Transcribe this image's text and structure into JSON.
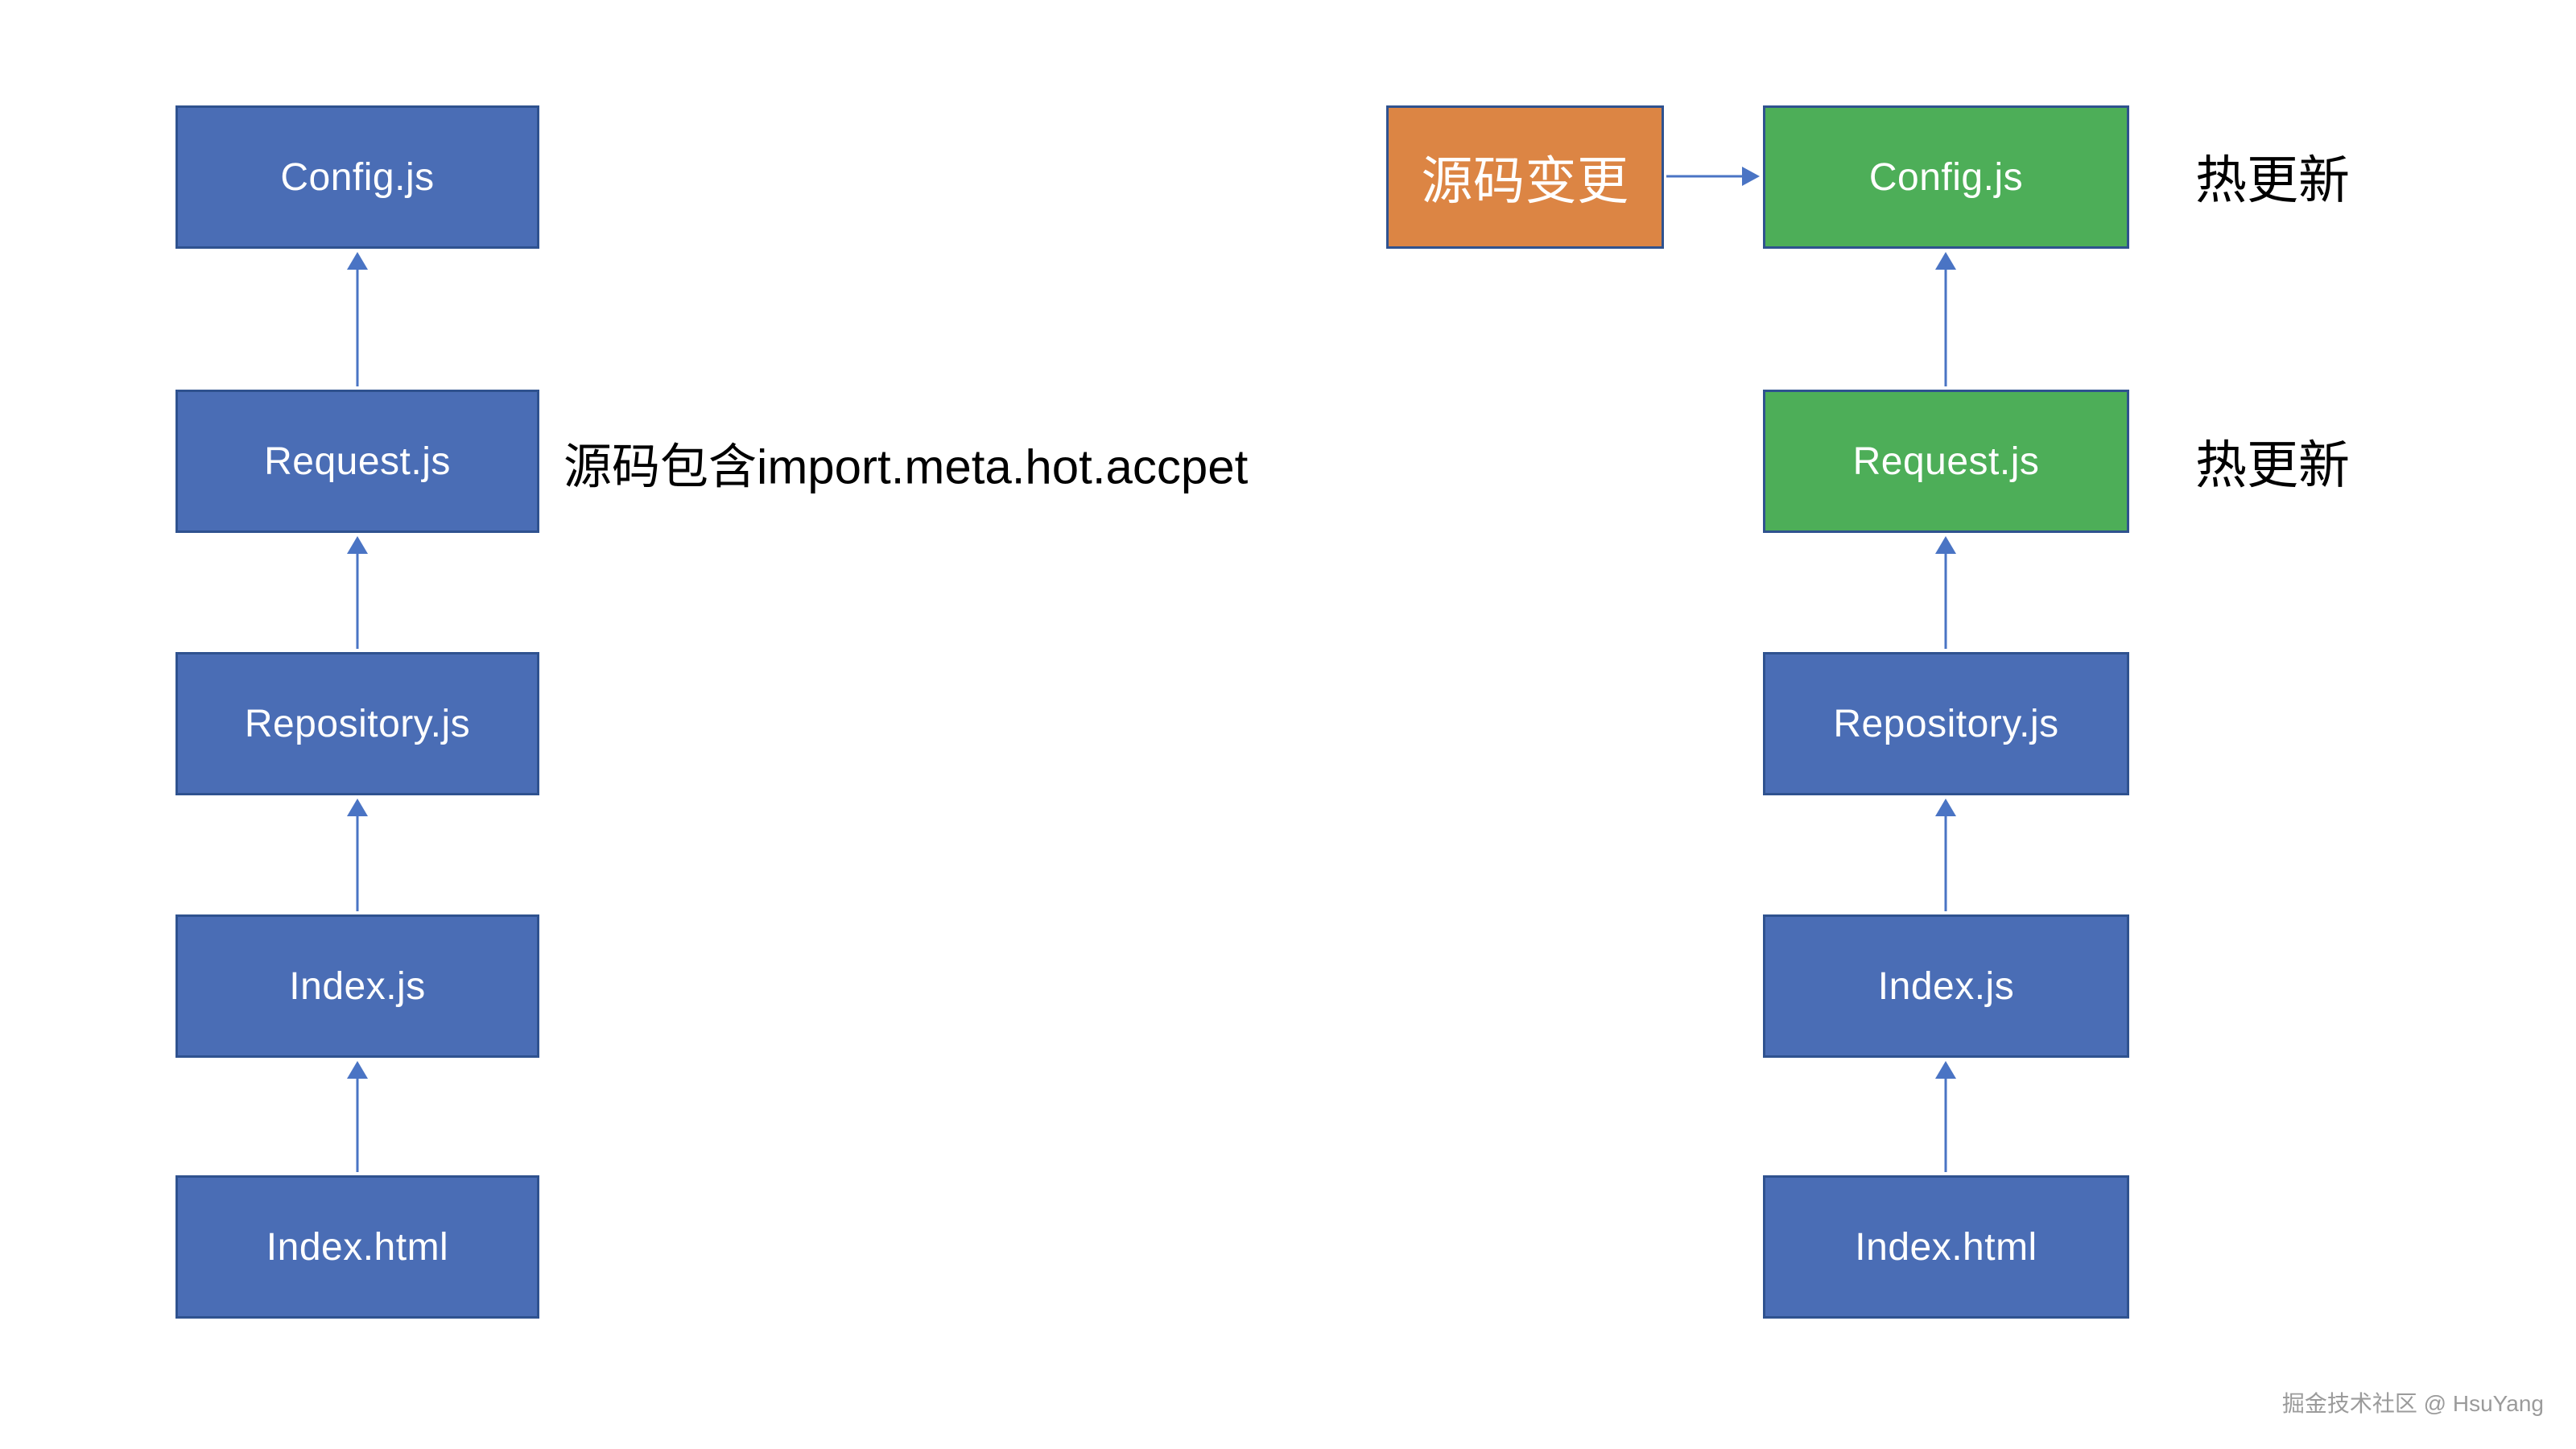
{
  "colors": {
    "box_blue": "#4a6db5",
    "box_green": "#4dae58",
    "box_orange": "#dc8544",
    "box_border": "#2f528f",
    "arrow": "#4a74c4",
    "note_text": "#000000",
    "watermark_text": "#9b9b9b",
    "background": "#ffffff"
  },
  "left_flow": {
    "boxes": [
      {
        "label": "Config.js",
        "color": "blue"
      },
      {
        "label": "Request.js",
        "color": "blue"
      },
      {
        "label": "Repository.js",
        "color": "blue"
      },
      {
        "label": "Index.js",
        "color": "blue"
      },
      {
        "label": "Index.html",
        "color": "blue"
      }
    ],
    "note": "源码包含import.meta.hot.accpet"
  },
  "right_flow": {
    "trigger_box": {
      "label": "源码变更",
      "color": "orange"
    },
    "boxes": [
      {
        "label": "Config.js",
        "color": "green",
        "annotation": "热更新"
      },
      {
        "label": "Request.js",
        "color": "green",
        "annotation": "热更新"
      },
      {
        "label": "Repository.js",
        "color": "blue"
      },
      {
        "label": "Index.js",
        "color": "blue"
      },
      {
        "label": "Index.html",
        "color": "blue"
      }
    ]
  },
  "watermark": "掘金技术社区 @ HsuYang"
}
